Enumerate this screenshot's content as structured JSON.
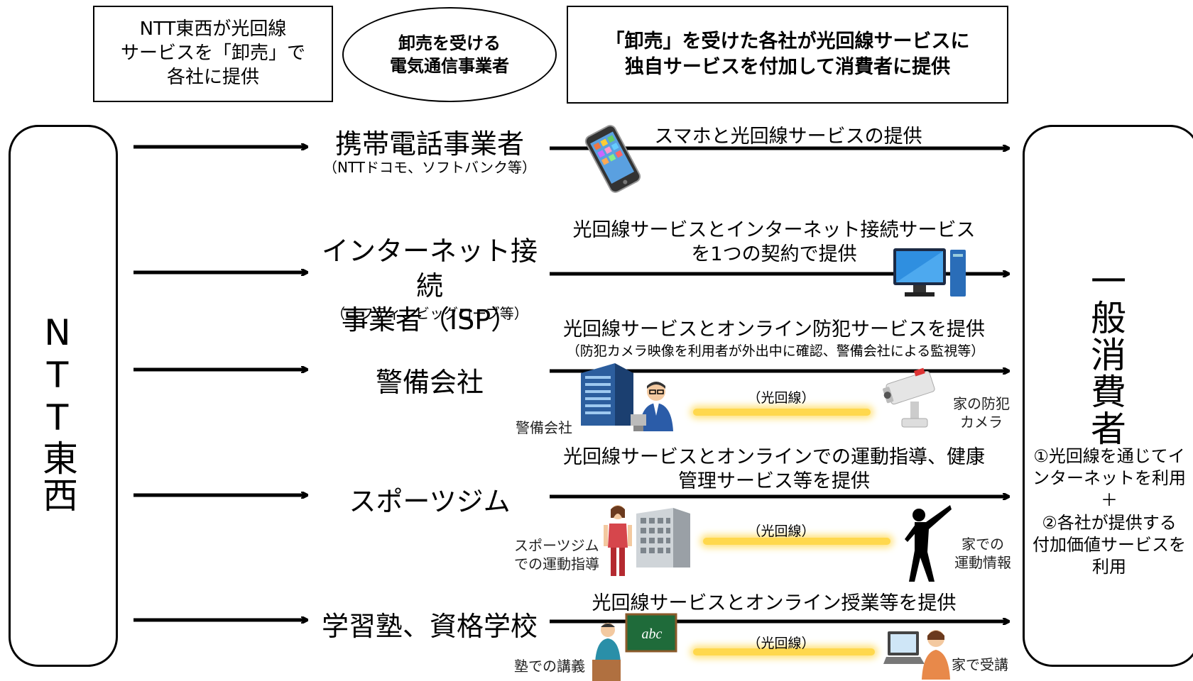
{
  "header": {
    "left": "NTT東西が光回線\nサービスを「卸売」で\n各社に提供",
    "oval": "卸売を受ける\n電気通信事業者",
    "right": "「卸売」を受けた各社が光回線サービスに\n独自サービスを付加して消費者に提供"
  },
  "ntt": {
    "label": "NTT東西"
  },
  "consumer": {
    "label": "一般消費者",
    "note": "①光回線を通じてイ\nンターネットを利用\n＋\n②各社が提供する\n付加価値サービスを\n利用"
  },
  "rows": [
    {
      "name": "携帯電話事業者",
      "sub": "（NTTドコモ、ソフトバンク等）",
      "service": "スマホと光回線サービスの提供"
    },
    {
      "name": "インターネット接続\n事業者（ISP）",
      "sub": "（ニフティ、ビッグローブ等）",
      "service": "光回線サービスとインターネット接続サービス\nを1つの契約で提供"
    },
    {
      "name": "警備会社",
      "sub": "",
      "service": "光回線サービスとオンライン防犯サービスを提供",
      "service_sub": "（防犯カメラ映像を利用者が外出中に確認、警備会社による監視等）",
      "left_label": "警備会社",
      "fiber": "（光回線）",
      "right_label": "家の防犯\nカメラ"
    },
    {
      "name": "スポーツジム",
      "sub": "",
      "service": "光回線サービスとオンラインでの運動指導、健康\n管理サービス等を提供",
      "left_label": "スポーツジム\nでの運動指導",
      "fiber": "（光回線）",
      "right_label": "家での\n運動情報"
    },
    {
      "name": "学習塾、資格学校",
      "sub": "",
      "service": "光回線サービスとオンライン授業等を提供",
      "left_label": "塾での講義",
      "fiber": "（光回線）",
      "right_label": "家で受講",
      "board_text": "abc"
    }
  ],
  "icons": [
    "smartphone-icon",
    "desktop-computer-icon",
    "office-building-icon",
    "security-guard-icon",
    "security-camera-icon",
    "gym-building-icon",
    "trainer-icon",
    "exercise-silhouette-icon",
    "teacher-icon",
    "chalkboard-icon",
    "student-laptop-icon"
  ]
}
